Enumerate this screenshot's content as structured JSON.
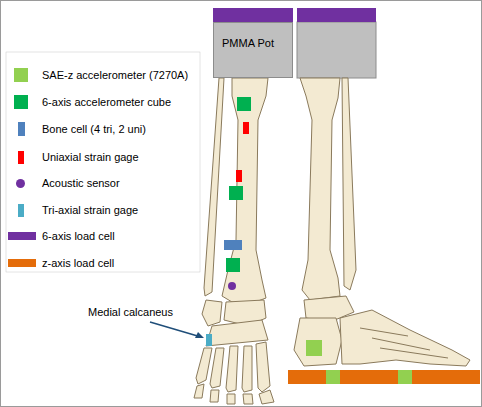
{
  "diagram": {
    "nodes": [
      {
        "text": [
          "PMMA Pot"
        ]
      }
    ],
    "labels": [
      "Medial calcaneus"
    ],
    "legend": [
      {
        "text": "SAE-z accelerometer (7270A)",
        "color": "#92d050"
      },
      {
        "text": "6-axis accelerometer cube",
        "color": "#00b050"
      },
      {
        "text": "Bone cell (4 tri, 2 uni)",
        "color": "#4f81bd"
      },
      {
        "text": "Uniaxial strain gage",
        "color": "#ff0000"
      },
      {
        "text": "Acoustic sensor",
        "color": "#7030a0"
      },
      {
        "text": "Tri-axial strain gage",
        "color": "#4bacc6"
      },
      {
        "text": "6-axis load cell",
        "color": "#7030a0"
      },
      {
        "text": "z-axis load cell",
        "color": "#e46c0a"
      }
    ]
  }
}
